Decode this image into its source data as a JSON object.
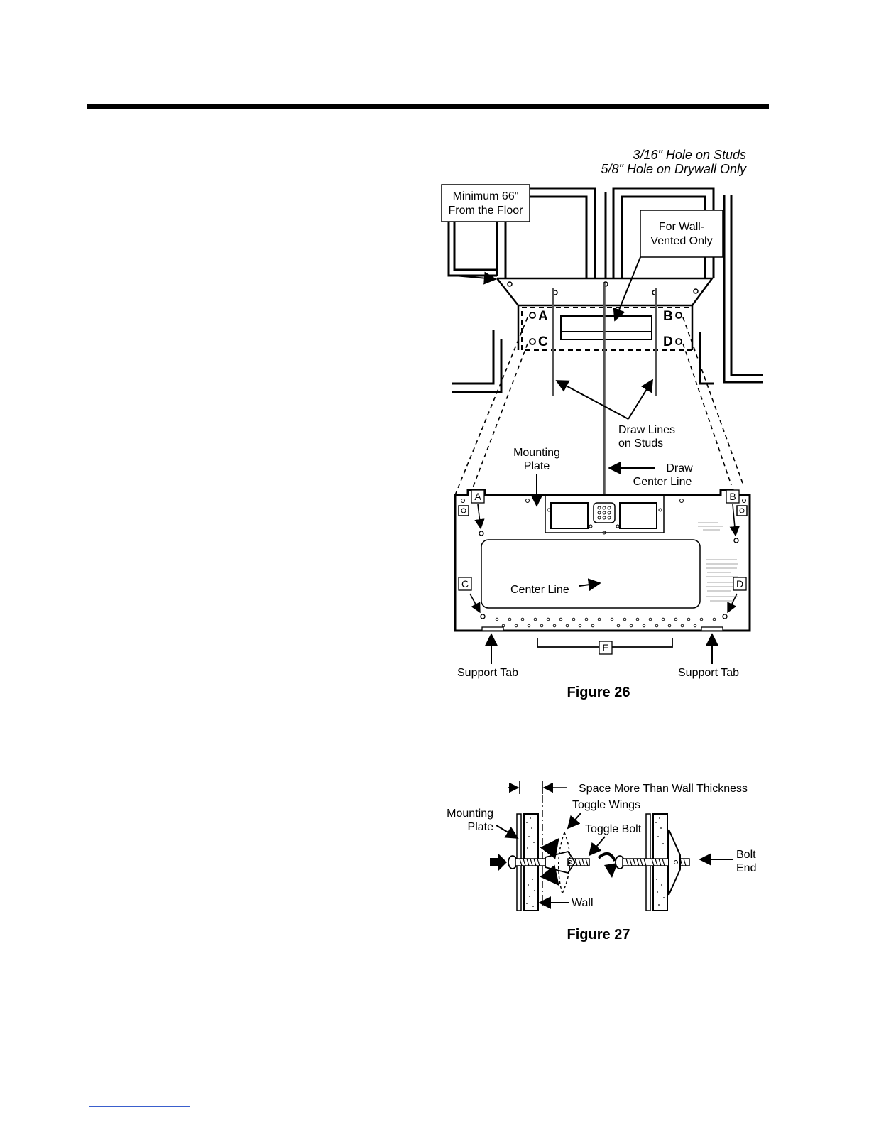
{
  "fig26": {
    "hole_note_line1": "3/16\"  Hole on Studs",
    "hole_note_line2": "5/8\"  Hole on Drywall Only",
    "min_height_line1": "Minimum 66\"",
    "min_height_line2": "From the Floor",
    "wall_vent_line1": "For Wall-",
    "wall_vent_line2": "Vented Only",
    "hole_a": "A",
    "hole_b": "B",
    "hole_c": "C",
    "hole_d": "D",
    "draw_studs_line1": "Draw Lines",
    "draw_studs_line2": "on Studs",
    "mounting_plate_line1": "Mounting",
    "mounting_plate_line2": "Plate",
    "draw_center_line1": "Draw",
    "draw_center_line2": "Center Line",
    "center_line": "Center Line",
    "box_e": "E",
    "support_tab_left": "Support Tab",
    "support_tab_right": "Support Tab",
    "caption": "Figure 26"
  },
  "fig27": {
    "space_note": "Space More Than Wall Thickness",
    "toggle_wings": "Toggle Wings",
    "toggle_bolt": "Toggle Bolt",
    "mounting_plate_line1": "Mounting",
    "mounting_plate_line2": "Plate",
    "bolt_end_line1": "Bolt",
    "bolt_end_line2": "End",
    "wall": "Wall",
    "caption": "Figure 27"
  }
}
